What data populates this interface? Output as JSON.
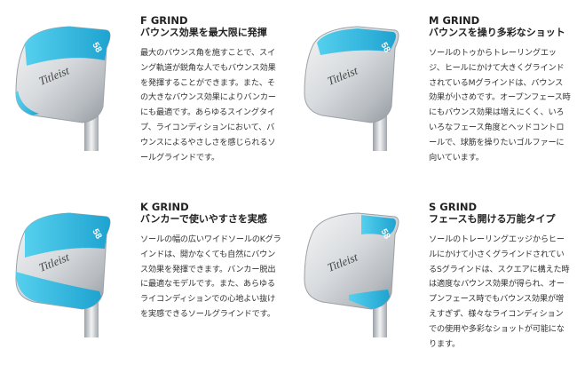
{
  "grinds": [
    {
      "name": "F GRIND",
      "subtitle": "バウンス効果を最大限に発揮",
      "description": "最大のバウンス角を施すことで、スイング軌道が鋭角な人でもバウンス効果を発揮することができます。また、その大きなバウンス効果によりバンカーにも最適です。あらゆるスイングタイプ、ライコンディションにおいて、バウンスによるやさしさを感じられるソールグラインドです。",
      "accent": "#3ab8dc",
      "icon": "wedge-club-icon"
    },
    {
      "name": "M GRIND",
      "subtitle": "バウンスを操り多彩なショット",
      "description": "ソールのトゥからトレーリングエッジ、ヒールにかけて大きくグラインドされているMグラインドは、バウンス効果が小さめです。オープンフェース時にもバウンス効果は増えにくく、いろいろなフェース角度とヘッドコントロールで、球筋を操りたいゴルファーに向いています。",
      "accent": "#3ab8dc",
      "icon": "wedge-club-icon"
    },
    {
      "name": "K GRIND",
      "subtitle": "バンカーで使いやすさを実感",
      "description": "ソールの幅の広いワイドソールのKグラインドは、開かなくても自然にバウンス効果を発揮できます。バンカー脱出に最適なモデルです。また、あらゆるライコンディションでの心地よい抜けを実感できるソールグラインドです。",
      "accent": "#3ab8dc",
      "icon": "wedge-club-icon"
    },
    {
      "name": "S GRIND",
      "subtitle": "フェースも開ける万能タイプ",
      "description": "ソールのトレーリングエッジからヒールにかけて小さくグラインドされているSグラインドは、スクエアに構えた時は適度なバウンス効果が得られ、オープンフェース時でもバウンス効果が増えすぎず、様々なライコンディションでの使用や多彩なショットが可能になります。",
      "accent": "#3ab8dc",
      "icon": "wedge-club-icon"
    }
  ],
  "brand_mark": "Titleist"
}
